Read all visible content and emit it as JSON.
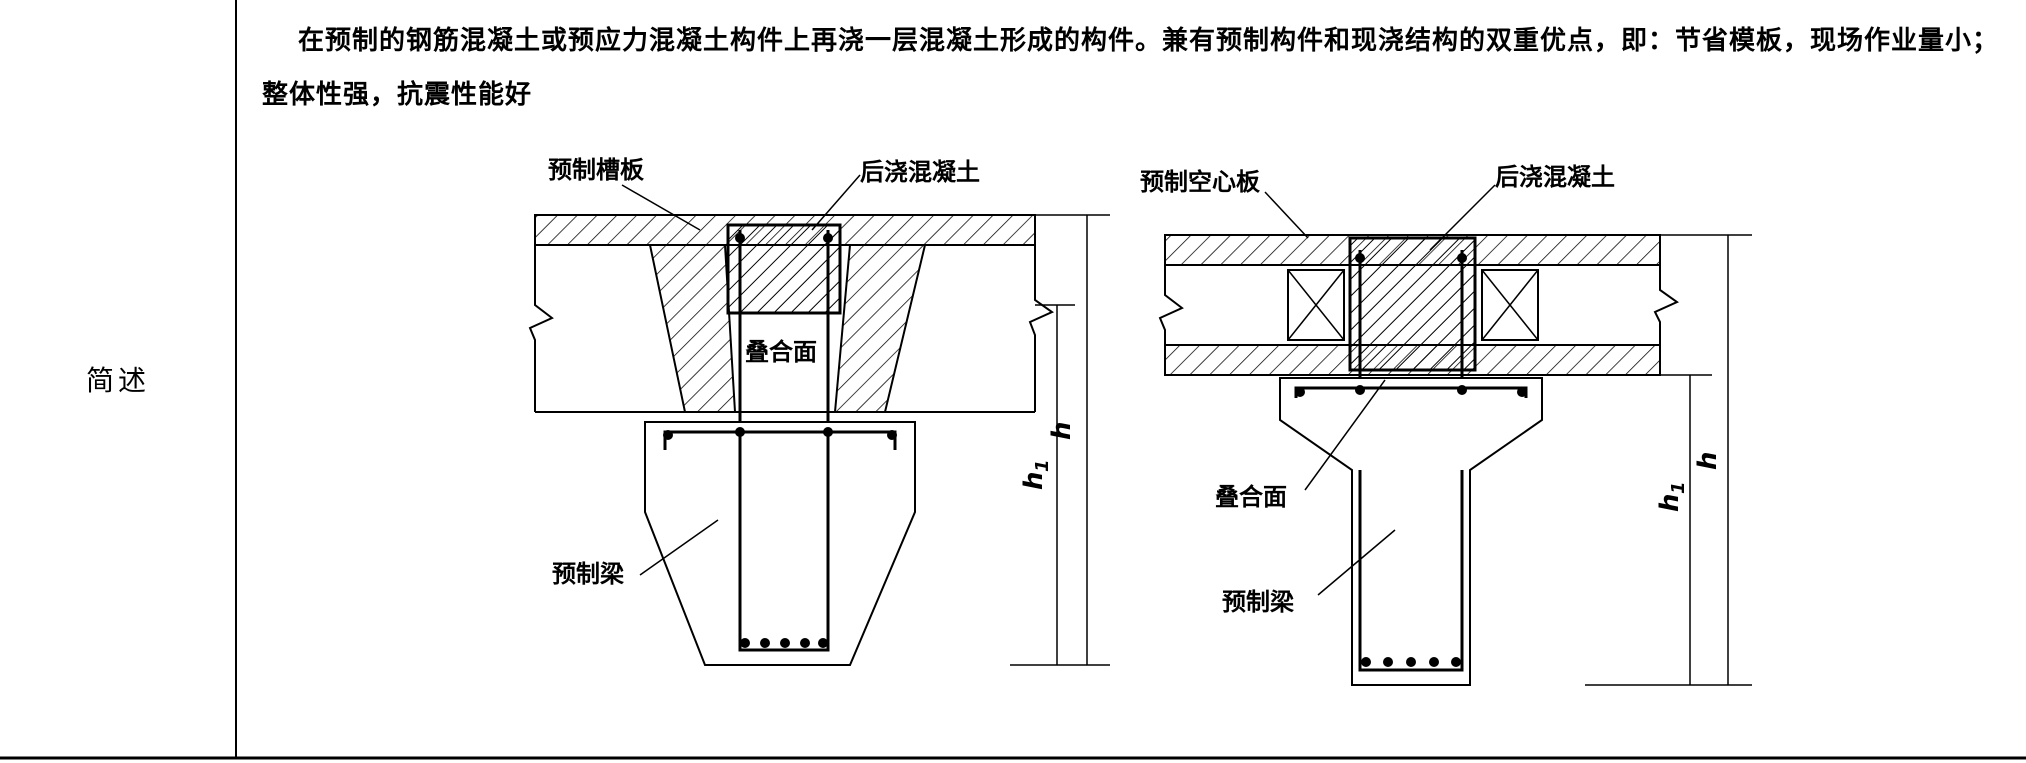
{
  "row": {
    "label": "简述",
    "description": "在预制的钢筋混凝土或预应力混凝土构件上再浇一层混凝土形成的构件。兼有预制构件和现浇结构的双重优点，即：节省模板，现场作业量小；整体性强，抗震性能好"
  },
  "left_figure": {
    "slab_label": "预制槽板",
    "topping_label": "后浇混凝土",
    "interface_label": "叠合面",
    "beam_label": "预制梁",
    "dim_h": "h",
    "dim_h1": "h",
    "dim_h1_sub": "1"
  },
  "right_figure": {
    "slab_label": "预制空心板",
    "topping_label": "后浇混凝土",
    "interface_label": "叠合面",
    "beam_label": "预制梁",
    "dim_h": "h",
    "dim_h1": "h",
    "dim_h1_sub": "1"
  }
}
